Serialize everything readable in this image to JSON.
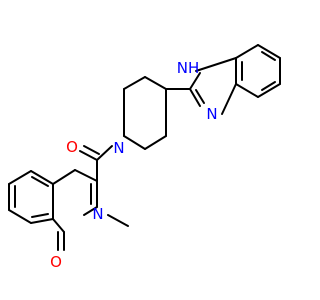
{
  "molecule": {
    "atoms": {
      "nh": "NH",
      "n_imidazole": "N",
      "n_piperidine": "N",
      "o_carbonyl": "O",
      "n_isoquinolinone": "N",
      "o_lactam": "O"
    },
    "colors": {
      "bond": "#000000",
      "nitrogen": "#0000ff",
      "oxygen": "#ff0000"
    }
  }
}
